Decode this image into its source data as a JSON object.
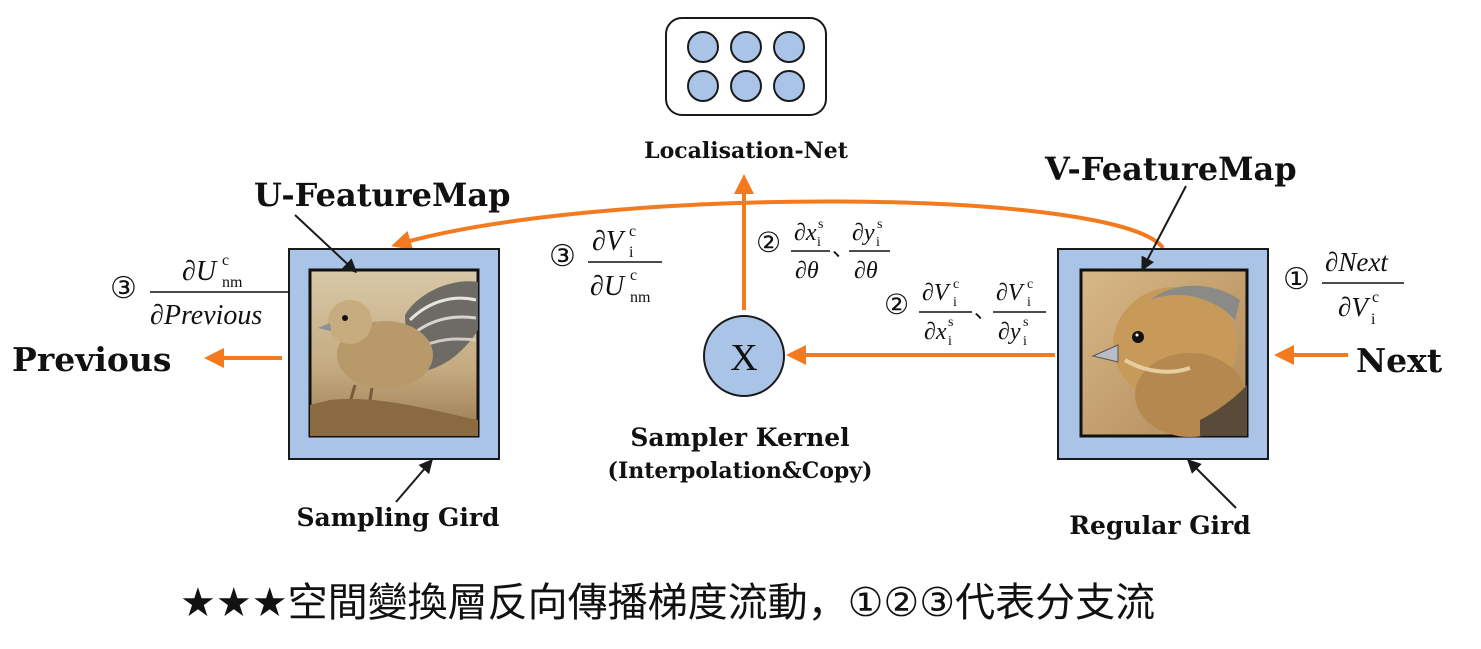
{
  "colors": {
    "arrow": "#f47a20",
    "frame_fill": "#a9c4e6",
    "node_fill": "#a9c4e6",
    "outline": "#1a1a1a"
  },
  "labels": {
    "localisation_net": "Localisation-Net",
    "u_featuremap": "U-FeatureMap",
    "v_featuremap": "V-FeatureMap",
    "previous": "Previous",
    "next": "Next",
    "sampler_kernel": "Sampler Kernel",
    "sampler_sub": "(Interpolation&Copy)",
    "sampling_grid": "Sampling Gird",
    "regular_grid": "Regular Gird",
    "node_x": "X"
  },
  "formulas": {
    "f1": {
      "marker": "①",
      "num": "∂Next",
      "den_base": "∂V",
      "den_sup": "c",
      "den_sub": "i"
    },
    "f2a": {
      "marker": "②",
      "num1_base": "∂x",
      "num1_sup": "s",
      "num1_sub": "i",
      "den1": "∂θ",
      "sep": "、",
      "num2_base": "∂y",
      "num2_sup": "s",
      "num2_sub": "i",
      "den2": "∂θ"
    },
    "f2b": {
      "marker": "②",
      "num1_base": "∂V",
      "num1_sup": "c",
      "num1_sub": "i",
      "den1_base": "∂x",
      "den1_sup": "s",
      "den1_sub": "i",
      "sep": "、",
      "num2_base": "∂V",
      "num2_sup": "c",
      "num2_sub": "i",
      "den2_base": "∂y",
      "den2_sup": "s",
      "den2_sub": "i"
    },
    "f3a": {
      "marker": "③",
      "num_base": "∂V",
      "num_sup": "c",
      "num_sub": "i",
      "den_base": "∂U",
      "den_sup": "c",
      "den_sub": "nm"
    },
    "f3b": {
      "marker": "③",
      "num_base": "∂U",
      "num_sup": "c",
      "num_sub": "nm",
      "den": "∂Previous"
    }
  },
  "caption": "★★★空間變換層反向傳播梯度流動，①②③代表分支流"
}
